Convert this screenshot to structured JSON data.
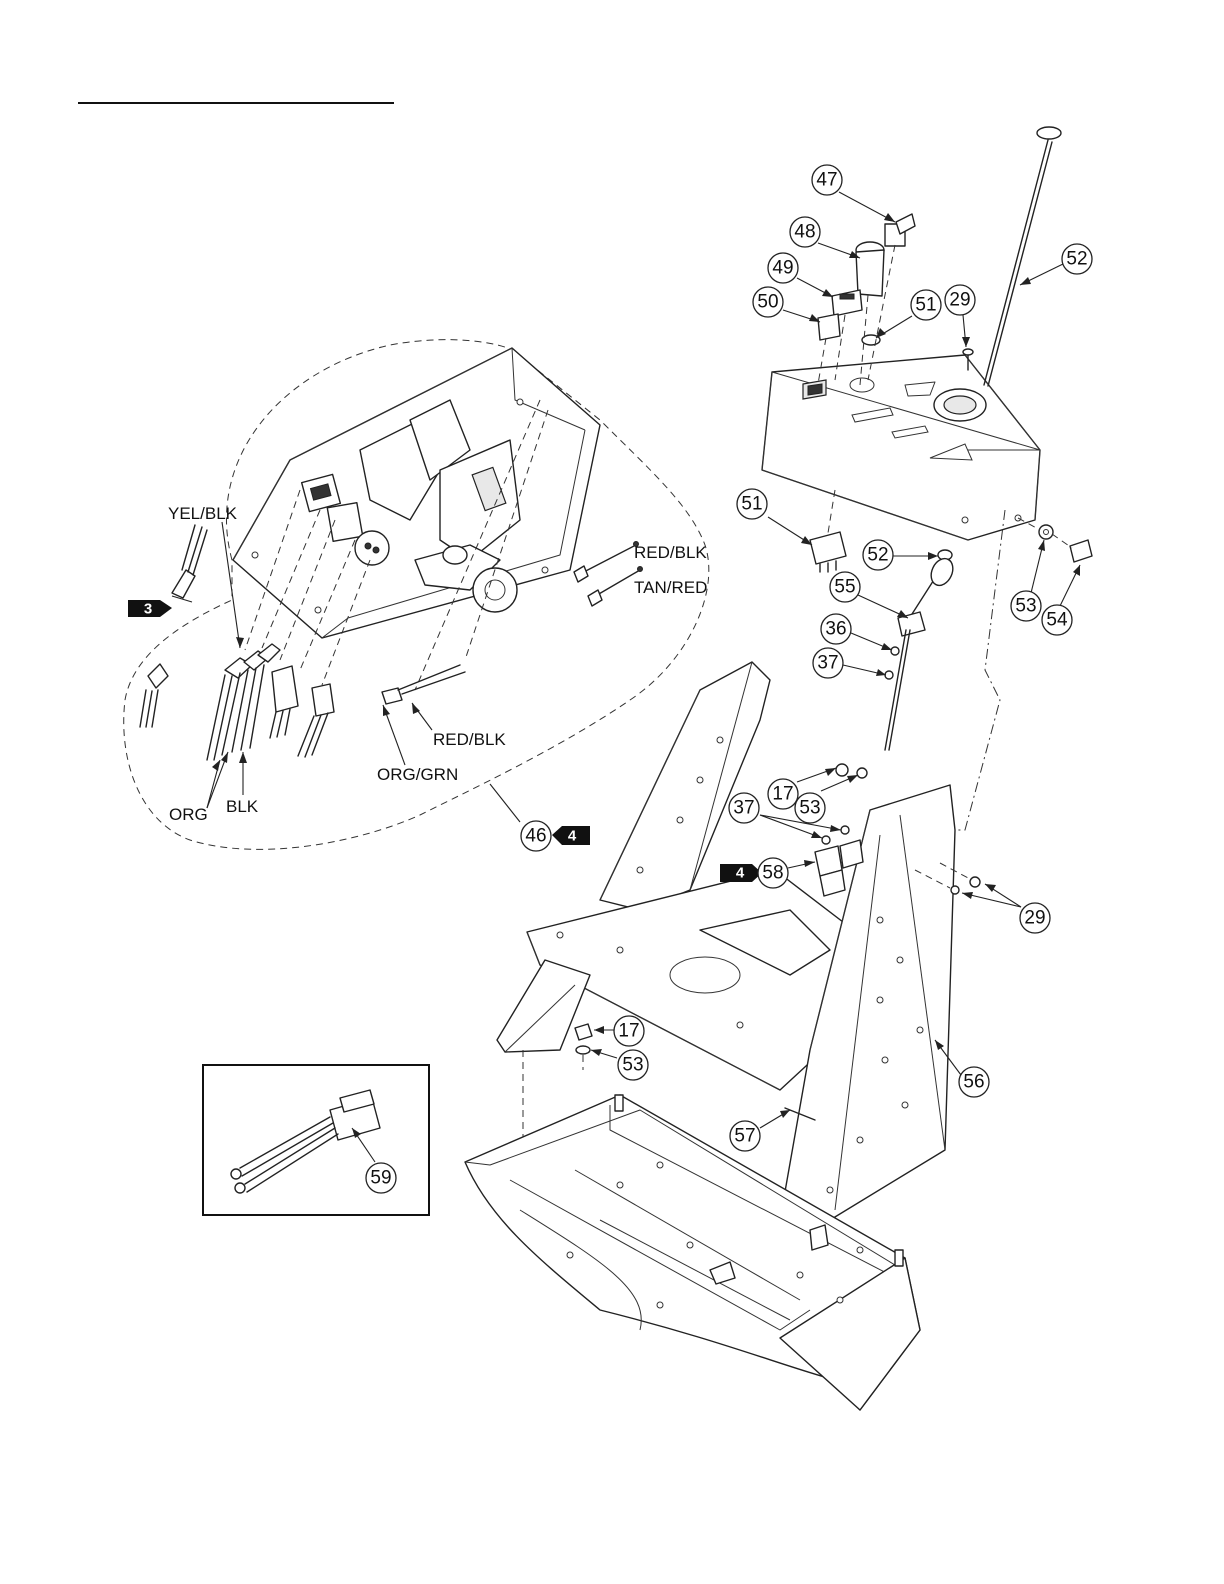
{
  "wire_labels": {
    "yel_blk": "YEL/BLK",
    "red_blk_top": "RED/BLK",
    "tan_red": "TAN/RED",
    "red_blk_bottom": "RED/BLK",
    "org_grn": "ORG/GRN",
    "org": "ORG",
    "blk": "BLK"
  },
  "reference_flags": {
    "flag_3": "3",
    "flag_46": "4",
    "flag_58": "4"
  },
  "callouts": {
    "c47": "47",
    "c48": "48",
    "c49": "49",
    "c50": "50",
    "c51_top": "51",
    "c29_top": "29",
    "c52_top": "52",
    "c51_mid": "51",
    "c52_mid": "52",
    "c55": "55",
    "c36": "36",
    "c37_top": "37",
    "c53_right": "53",
    "c54": "54",
    "c17_top": "17",
    "c53_mid": "53",
    "c37_mid": "37",
    "c58": "58",
    "c29_right": "29",
    "c46": "46",
    "c17_low": "17",
    "c53_low": "53",
    "c56": "56",
    "c57": "57",
    "c59": "59"
  }
}
